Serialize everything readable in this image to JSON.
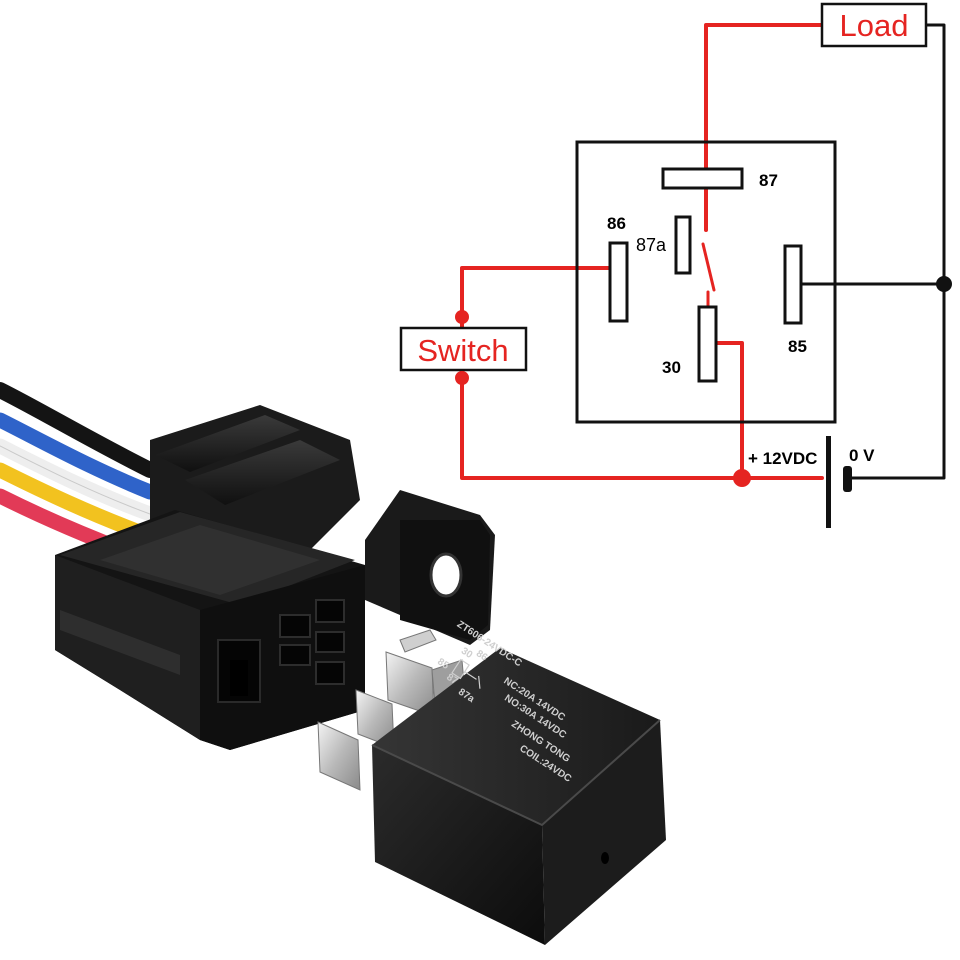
{
  "colors": {
    "wire_red": "#e52421",
    "wire_black": "#111111",
    "label_red": "#e52421",
    "plastic": "#151515",
    "background": "#ffffff"
  },
  "diagram": {
    "load_label": "Load",
    "switch_label": "Switch",
    "pins": {
      "p87": "87",
      "p87a": "87a",
      "p86": "86",
      "p85": "85",
      "p30": "30"
    },
    "battery_pos_label": "+ 12VDC",
    "battery_neg_label": "0 V"
  },
  "relay": {
    "model": "ZT606-24VDC-C",
    "brand": "ZHONG TONG",
    "coil": "COIL:24VDC",
    "no_rating": "NO:30A 14VDC",
    "nc_rating": "NC:20A 14VDC",
    "pin_labels": [
      "30",
      "86",
      "85",
      "87",
      "87a"
    ]
  }
}
